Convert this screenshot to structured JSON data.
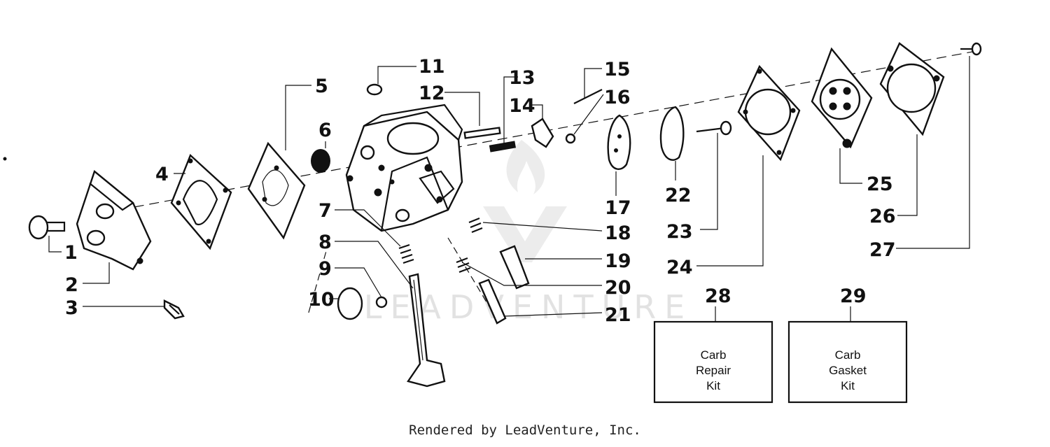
{
  "diagram": {
    "callouts": [
      {
        "id": "1",
        "label": "1"
      },
      {
        "id": "2",
        "label": "2"
      },
      {
        "id": "3",
        "label": "3"
      },
      {
        "id": "4",
        "label": "4"
      },
      {
        "id": "5",
        "label": "5"
      },
      {
        "id": "6",
        "label": "6"
      },
      {
        "id": "7",
        "label": "7"
      },
      {
        "id": "8",
        "label": "8"
      },
      {
        "id": "9",
        "label": "9"
      },
      {
        "id": "10",
        "label": "10"
      },
      {
        "id": "11",
        "label": "11"
      },
      {
        "id": "12",
        "label": "12"
      },
      {
        "id": "13",
        "label": "13"
      },
      {
        "id": "14",
        "label": "14"
      },
      {
        "id": "15",
        "label": "15"
      },
      {
        "id": "16",
        "label": "16"
      },
      {
        "id": "17",
        "label": "17"
      },
      {
        "id": "18",
        "label": "18"
      },
      {
        "id": "19",
        "label": "19"
      },
      {
        "id": "20",
        "label": "20"
      },
      {
        "id": "21",
        "label": "21"
      },
      {
        "id": "22",
        "label": "22"
      },
      {
        "id": "23",
        "label": "23"
      },
      {
        "id": "24",
        "label": "24"
      },
      {
        "id": "25",
        "label": "25"
      },
      {
        "id": "26",
        "label": "26"
      },
      {
        "id": "27",
        "label": "27"
      },
      {
        "id": "28",
        "label": "28"
      },
      {
        "id": "29",
        "label": "29"
      }
    ],
    "kits": [
      {
        "number": "28",
        "lines": [
          "Carb",
          "Repair",
          "Kit"
        ]
      },
      {
        "number": "29",
        "lines": [
          "Carb",
          "Gasket",
          "Kit"
        ]
      }
    ],
    "watermark": "LEADVENTURE",
    "footer": "Rendered by LeadVenture, Inc."
  }
}
